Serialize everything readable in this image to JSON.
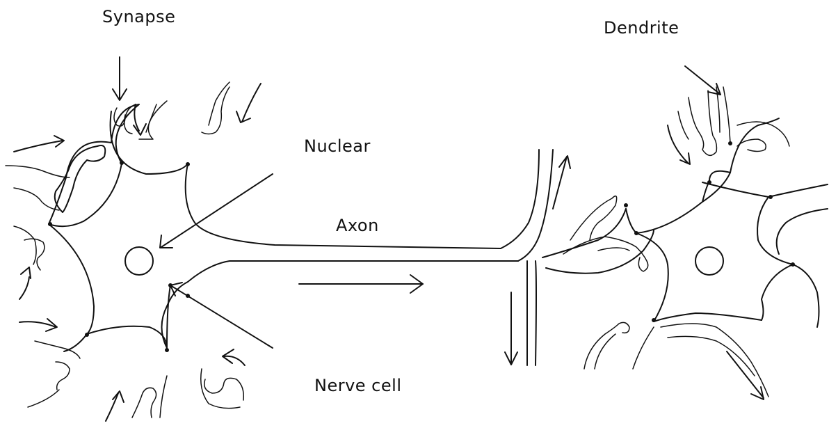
{
  "labels": {
    "synapse": "Synapse",
    "dendrite": "Dendrite",
    "nuclear": "Nuclear",
    "axon": "Axon",
    "nerve_cell": "Nerve cell"
  },
  "colors": {
    "ink": "#111111",
    "background": "#ffffff"
  }
}
